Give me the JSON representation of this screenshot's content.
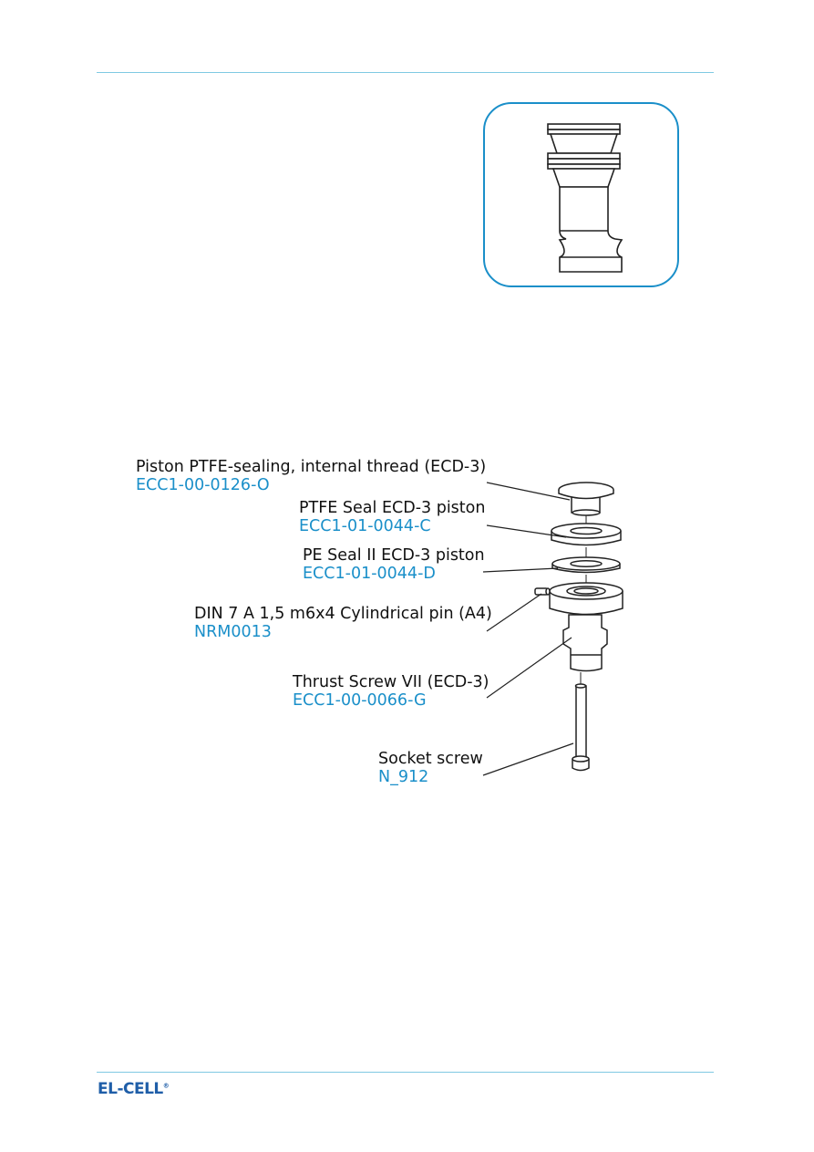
{
  "parts": [
    {
      "name": "Piston PTFE-sealing, internal thread (ECD-3)",
      "code": "ECC1-00-0126-O"
    },
    {
      "name": "PTFE Seal ECD-3 piston",
      "code": "ECC1-01-0044-C"
    },
    {
      "name": "PE Seal II ECD-3 piston",
      "code": "ECC1-01-0044-D"
    },
    {
      "name": "DIN 7 A 1,5 m6x4 Cylindrical pin (A4)",
      "code": "NRM0013"
    },
    {
      "name": "Thrust Screw VII (ECD-3)",
      "code": "ECC1-00-0066-G"
    },
    {
      "name": "Socket screw",
      "code": "N_912"
    }
  ],
  "footer": {
    "logo": "EL-CELL",
    "registered_mark": "®"
  },
  "colors": {
    "accent": "#1a8fc9",
    "rule": "#7fc9e3",
    "logo": "#1f5ea8"
  }
}
